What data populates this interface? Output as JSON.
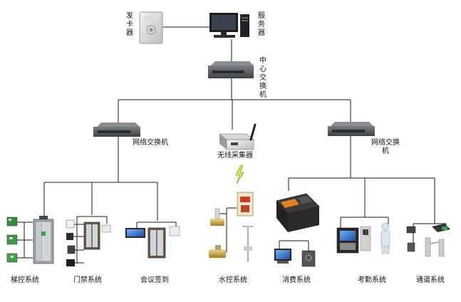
{
  "nodes": {
    "card_issuer": "发卡器",
    "server": "服务器",
    "core_switch": "中心交换机",
    "left_switch": "网络交换机",
    "wireless_collector": "无线采集器",
    "right_switch": "网络交换机"
  },
  "subsystems": [
    {
      "id": "elevator",
      "label": "梯控系统"
    },
    {
      "id": "access",
      "label": "门禁系统"
    },
    {
      "id": "meeting",
      "label": "会议签到"
    },
    {
      "id": "water",
      "label": "水控系统"
    },
    {
      "id": "consumption",
      "label": "消费系统"
    },
    {
      "id": "attendance",
      "label": "考勤系统"
    },
    {
      "id": "passage",
      "label": "通道系统"
    }
  ],
  "colors": {
    "line": "#1a1a1a",
    "switch_body": "#4d5055",
    "switch_top": "#6a6e74",
    "device_gray": "#c9c9c9",
    "screen_blue": "#2a64b8",
    "wifi_green": "#c8e84a",
    "brass": "#c9a441",
    "consume_orange": "#e3801e",
    "display_red": "#d23a2a"
  },
  "icons": {
    "card_issuer": "card-reader-icon",
    "server": "desktop-computer-icon",
    "switch": "network-switch-icon",
    "collector": "wireless-collector-icon",
    "wireless": "lightning-signal-icon"
  }
}
